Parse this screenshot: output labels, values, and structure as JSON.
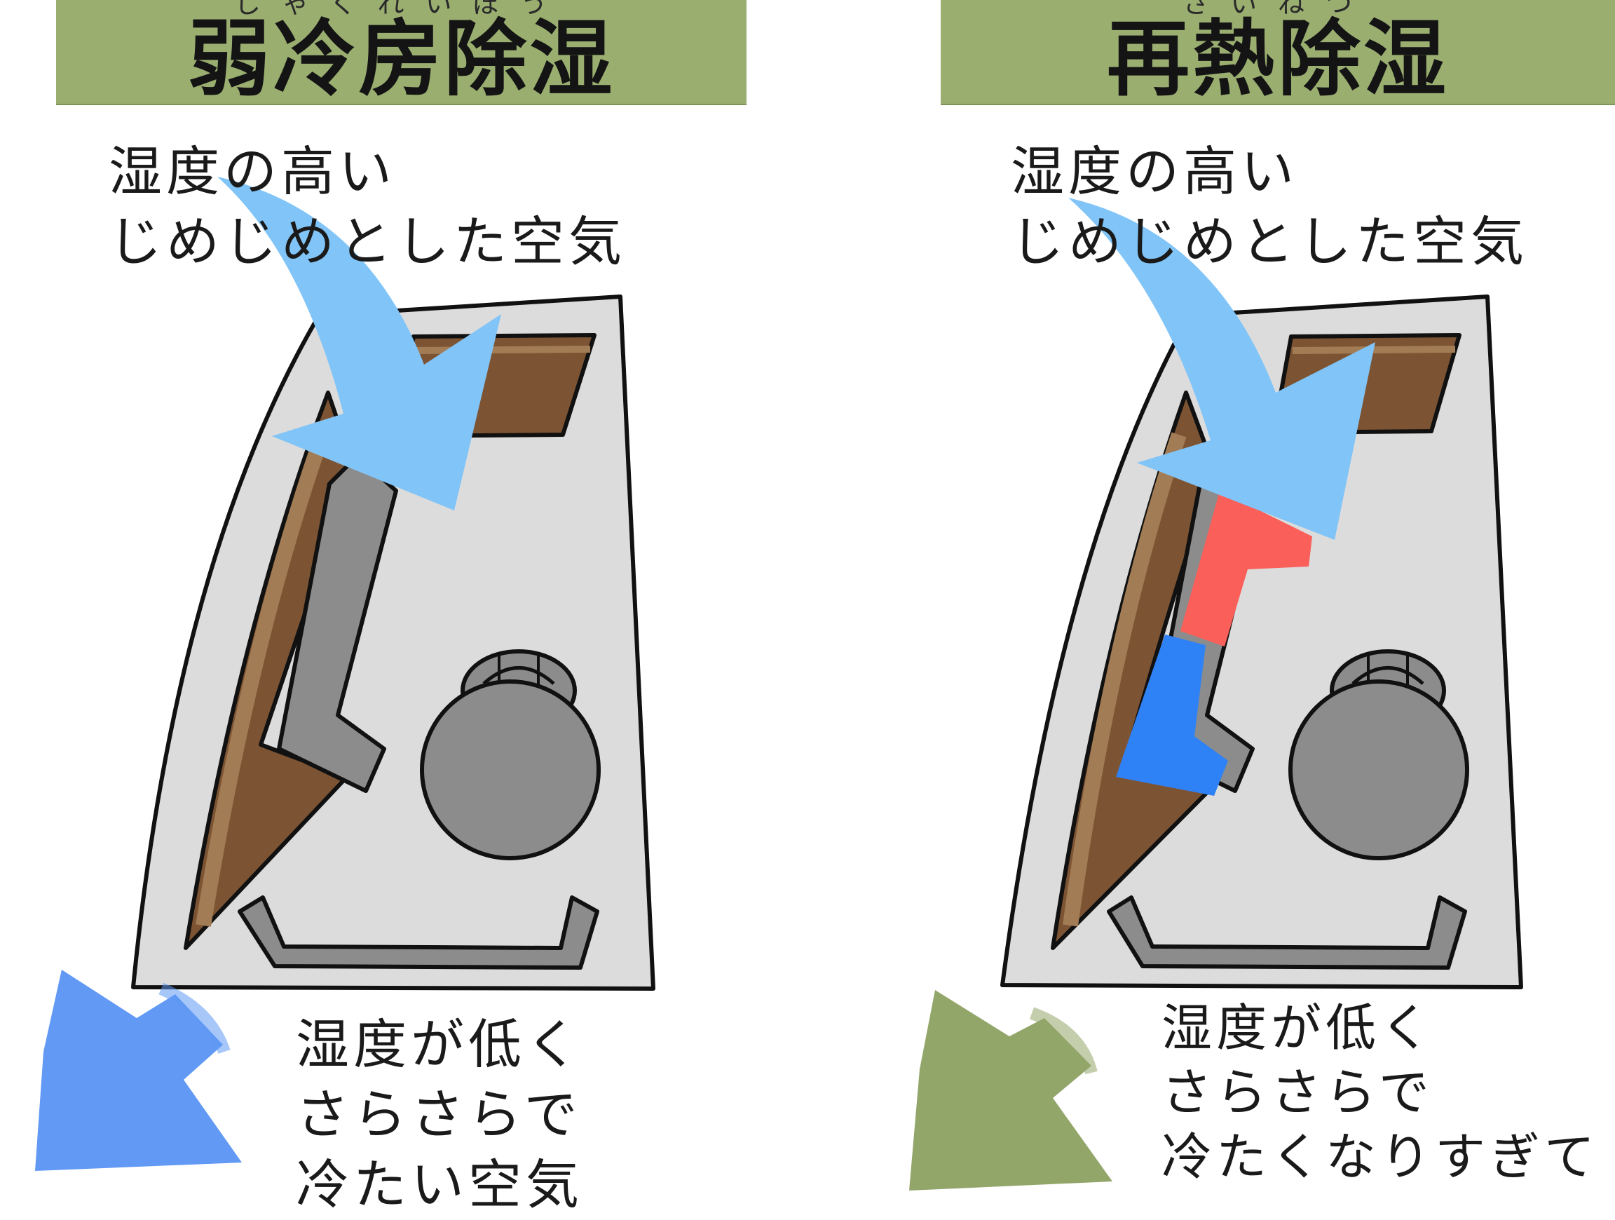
{
  "panels": [
    {
      "title": "弱冷房除湿",
      "ruby": "じゃくれいぼう",
      "input_air": [
        "湿度の高い",
        "じめじめとした空気"
      ],
      "output_air": [
        "湿度が低く",
        "さらさらで",
        "冷たい空気"
      ],
      "output_arrow_color": "#6199f4"
    },
    {
      "title": "再熱除湿",
      "ruby": "さいねつ",
      "input_air": [
        "湿度の高い",
        "じめじめとした空気"
      ],
      "output_air": [
        "湿度が低く",
        "さらさらで",
        "冷たくなりすぎて"
      ],
      "output_arrow_color": "#93a66a"
    }
  ],
  "colors": {
    "banner": "#9aae70",
    "unit_body": "#dcdcdc",
    "wood": "#7d5433",
    "wood_light": "#a27c55",
    "pipe": "#8c8c8c",
    "input_arrow": "#81c4f7",
    "reheat_section": "#fa5f5a",
    "cool_section": "#2f82f5"
  }
}
